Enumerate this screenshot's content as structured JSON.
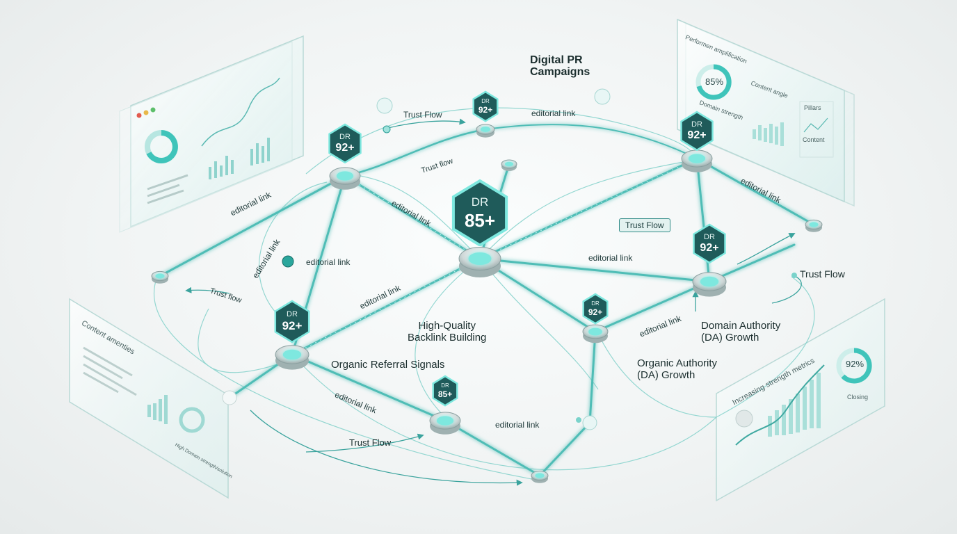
{
  "badges": {
    "center": {
      "prefix": "DR",
      "value": "85+"
    },
    "top_left": {
      "prefix": "DR",
      "value": "92+"
    },
    "top_mid": {
      "prefix": "DR",
      "value": "92+"
    },
    "top_right": {
      "prefix": "DR",
      "value": "92+"
    },
    "right": {
      "prefix": "DR",
      "value": "92+"
    },
    "mid_right": {
      "prefix": "DR",
      "value": "92+"
    },
    "left": {
      "prefix": "DR",
      "value": "92+"
    },
    "bottom": {
      "prefix": "DR",
      "value": "85+"
    }
  },
  "link_labels": {
    "trust_flow_top": "Trust Flow",
    "editorial_top": "editorial link",
    "trust_flow_tl": "Trust flow",
    "editorial_left": "editorial link",
    "editorial_center_up": "editorial link",
    "editorial_vertical": "editorial link",
    "editorial_small": "editorial link",
    "trust_flow_left": "Trust flow",
    "editorial_center_down": "editorial link",
    "editorial_right_top": "editorial link",
    "trust_flow_pill": "Trust Flow",
    "editorial_center_right": "editorial link",
    "trust_flow_right": "Trust Flow",
    "editorial_mid_right": "editorial link",
    "editorial_bottom_left": "editorial link",
    "editorial_bottom": "editorial link",
    "trust_flow_bottom": "Trust Flow"
  },
  "callouts": {
    "digital_pr": [
      "Digital PR",
      "Campaigns"
    ],
    "high_quality": [
      "High-Quality",
      "Backlink Building"
    ],
    "organic_referral": "Organic Referral Signals",
    "domain_authority": [
      "Domain Authority",
      "(DA) Growth"
    ],
    "organic_authority": [
      "Organic Authority",
      "(DA) Growth"
    ]
  },
  "panels": {
    "top_right": {
      "title": "Performen amplification",
      "percent": "85%",
      "caption": "Domain strength",
      "label_a": "Content angle",
      "label_b": "Pillars",
      "label_c": "Content"
    },
    "bottom_left": {
      "title": "Content amenties",
      "footer": "High Domain strength/solution"
    },
    "bottom_right": {
      "title": "Increasing strength metrics",
      "percent": "92%",
      "caption": "Closing"
    }
  },
  "colors": {
    "accent": "#2fb7ae",
    "badge_fill": "#1f5b5a",
    "line": "#4fbdb6",
    "glow": "#7ee8df"
  }
}
